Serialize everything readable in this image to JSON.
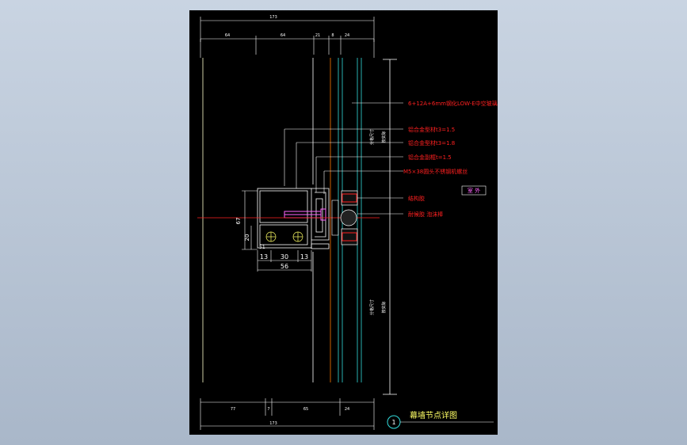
{
  "viewer": {
    "background_top": "#c9d4e2",
    "background_bottom": "#a9b7c9"
  },
  "colors": {
    "sheet": "#000000",
    "dim": "#ffffff",
    "label": "#ff2020",
    "profile": "#ffffff",
    "glass": "#33dddd",
    "orange": "#ff7a00",
    "yellow": "#ffff66",
    "pink": "#ff66ff",
    "blue_title": "#2a5cff"
  },
  "dims_top": {
    "overall": "173",
    "segments": [
      "64",
      "64",
      "21",
      "8",
      "24"
    ]
  },
  "dims_bottom": {
    "overall": "173",
    "segments": [
      "77",
      "7",
      "65",
      "24"
    ]
  },
  "dims_left": {
    "height": "67",
    "sub": "20"
  },
  "dims_profile": {
    "seg1": "13",
    "seg2": "30",
    "seg3": "13",
    "width": "56",
    "small": "51"
  },
  "right_dims": {
    "upper_a": "分格尺寸",
    "upper_b": "按实际",
    "lower_a": "分格尺寸",
    "lower_b": "按实际"
  },
  "callouts": [
    "6+12A+6mm钢化LOW-E中空玻璃",
    "铝合金型材t3=1.5",
    "铝合金型材t3=1.8",
    "铝合金副框t=1.5",
    "M5×38圆头不锈钢机螺丝",
    "结构胶",
    "耐候胶  泡沫棒"
  ],
  "exterior_label": "室  外",
  "detail": {
    "number": "1",
    "title": "幕墙节点详图"
  }
}
